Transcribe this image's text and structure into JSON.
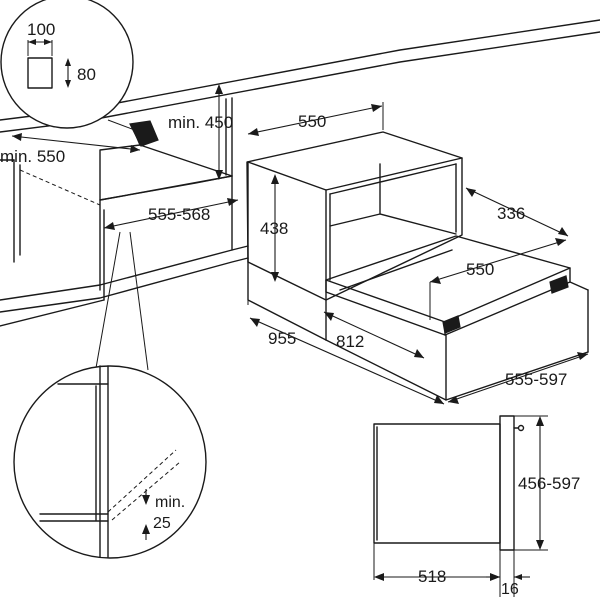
{
  "diagram": {
    "labels": {
      "slot_width": "100",
      "slot_height": "80",
      "min_height": "min. 450",
      "min_width": "min. 550",
      "cabinet_depth": "555-568",
      "oven_width": "550",
      "oven_height": "438",
      "cavity_depth": "336",
      "door_width": "550",
      "overall_depth": "955",
      "open_depth": "812",
      "front_width": "555-597",
      "front_height": "456-597",
      "body_depth": "518",
      "frame_thickness": "16",
      "gap_min": "min.",
      "gap_value": "25"
    }
  }
}
